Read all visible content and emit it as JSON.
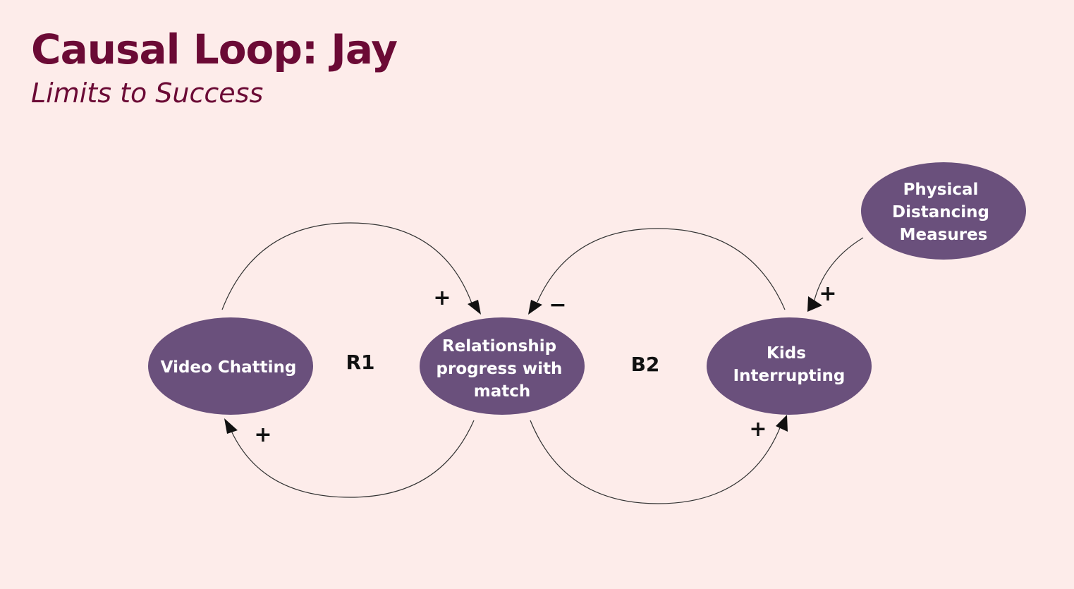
{
  "title": "Causal Loop: Jay",
  "subtitle": "Limits to Success",
  "colors": {
    "background": "#fdecea",
    "title": "#6b0a35",
    "node_fill": "#6a507c",
    "node_text": "#ffffff",
    "arrow": "#111111"
  },
  "nodes": {
    "video_chatting": {
      "lines": [
        "Video Chatting"
      ]
    },
    "relationship_progress": {
      "lines": [
        "Relationship",
        "progress with",
        "match"
      ]
    },
    "kids_interrupting": {
      "lines": [
        "Kids",
        "Interrupting"
      ]
    },
    "physical_distancing": {
      "lines": [
        "Physical",
        "Distancing",
        "Measures"
      ]
    }
  },
  "loops": {
    "r1": "R1",
    "b2": "B2"
  },
  "links": {
    "video_to_relationship": "+",
    "relationship_to_video": "+",
    "kids_to_relationship": "−",
    "relationship_to_kids": "+",
    "distancing_to_kids": "+"
  }
}
